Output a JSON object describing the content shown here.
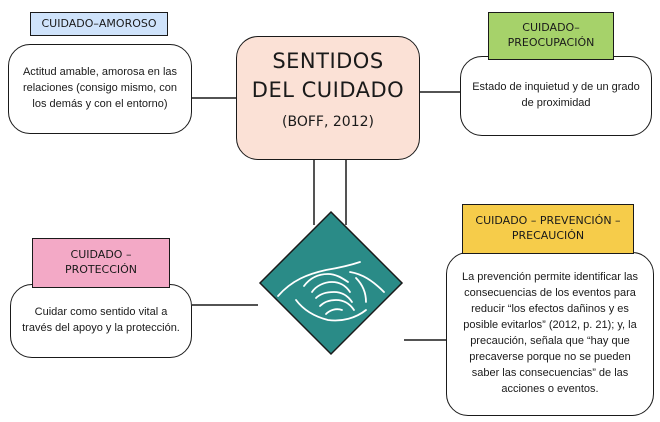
{
  "center": {
    "title_line1": "SENTIDOS",
    "title_line2": "DEL CUIDADO",
    "citation": "(BOFF, 2012)"
  },
  "nodes": {
    "amoroso": {
      "tag": "CUIDADO–AMOROSO",
      "text": "Actitud amable, amorosa en las relaciones (consigo mismo, con los demás y con el entorno)",
      "color": "#cfe3fb"
    },
    "preocupacion": {
      "tag_line1": "CUIDADO–",
      "tag_line2": "PREOCUPACIÓN",
      "text": "Estado de inquietud y de un grado de proximidad",
      "color": "#a6d26a"
    },
    "proteccion": {
      "tag_line1": "CUIDADO –",
      "tag_line2": "PROTECCIÓN",
      "text": "Cuidar como sentido vital a través del apoyo y la protección.",
      "color": "#f3a9c6"
    },
    "prevencion": {
      "tag_line1": "CUIDADO – PREVENCIÓN –",
      "tag_line2": "PRECAUCIÓN",
      "text": "La prevención permite identificar las consecuencias de los eventos para reducir “los efectos dañinos y es posible evitarlos” (2012, p. 21); y, la precaución, señala que “hay que precaverse porque no se pueden saber las consecuencias” de las acciones o eventos.",
      "color": "#f6cc4a"
    }
  },
  "icons": {
    "hands": "holding-hands-icon",
    "diamond_color": "#2a8b87"
  }
}
